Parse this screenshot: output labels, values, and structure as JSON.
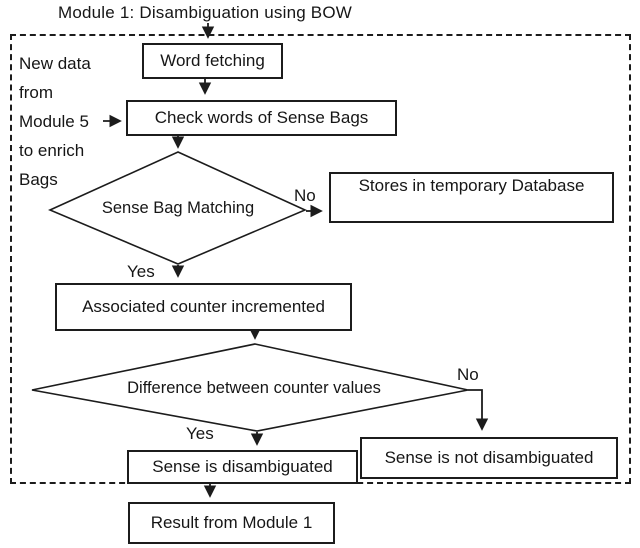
{
  "title": "Module 1: Disambiguation using BOW",
  "annotation": {
    "lines": [
      "New data",
      "from",
      "Module 5",
      "to enrich",
      "Bags"
    ]
  },
  "nodes": {
    "word_fetching": "Word fetching",
    "check_words": "Check words of Sense Bags",
    "sense_bag_matching": "Sense Bag Matching",
    "stores_temp_db": "Stores in temporary Database",
    "counter_incremented": "Associated counter incremented",
    "difference_counters": "Difference between counter values",
    "sense_disambiguated": "Sense is disambiguated",
    "sense_not_disambiguated": "Sense is not disambiguated",
    "result_module1": "Result from Module 1"
  },
  "edge_labels": {
    "matching_no": "No",
    "matching_yes": "Yes",
    "difference_no": "No",
    "difference_yes": "Yes"
  },
  "colors": {
    "ink": "#1c1c1c",
    "background": "#ffffff"
  }
}
